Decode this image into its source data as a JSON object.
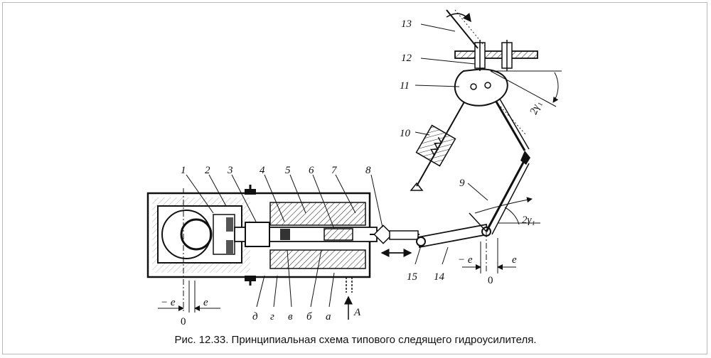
{
  "caption": "Рис. 12.33. Принципиальная схема типового следящего гидроусилителя.",
  "part_numbers": [
    "1",
    "2",
    "3",
    "4",
    "5",
    "6",
    "7",
    "8",
    "9",
    "10",
    "11",
    "12",
    "13",
    "14",
    "15"
  ],
  "port_letters": {
    "a": "а",
    "b": "б",
    "v": "в",
    "g": "г",
    "d": "д"
  },
  "arrow_letter": "A",
  "offsets": {
    "minus_e": "− e",
    "plus_e": "e",
    "zero": "0"
  },
  "angles": {
    "two_gamma1_top": "2γ₁",
    "two_gamma1_bottom": "2γ₁"
  },
  "colors": {
    "ink": "#111111",
    "hatch": "#222222",
    "frame": "#b8b8b8"
  }
}
